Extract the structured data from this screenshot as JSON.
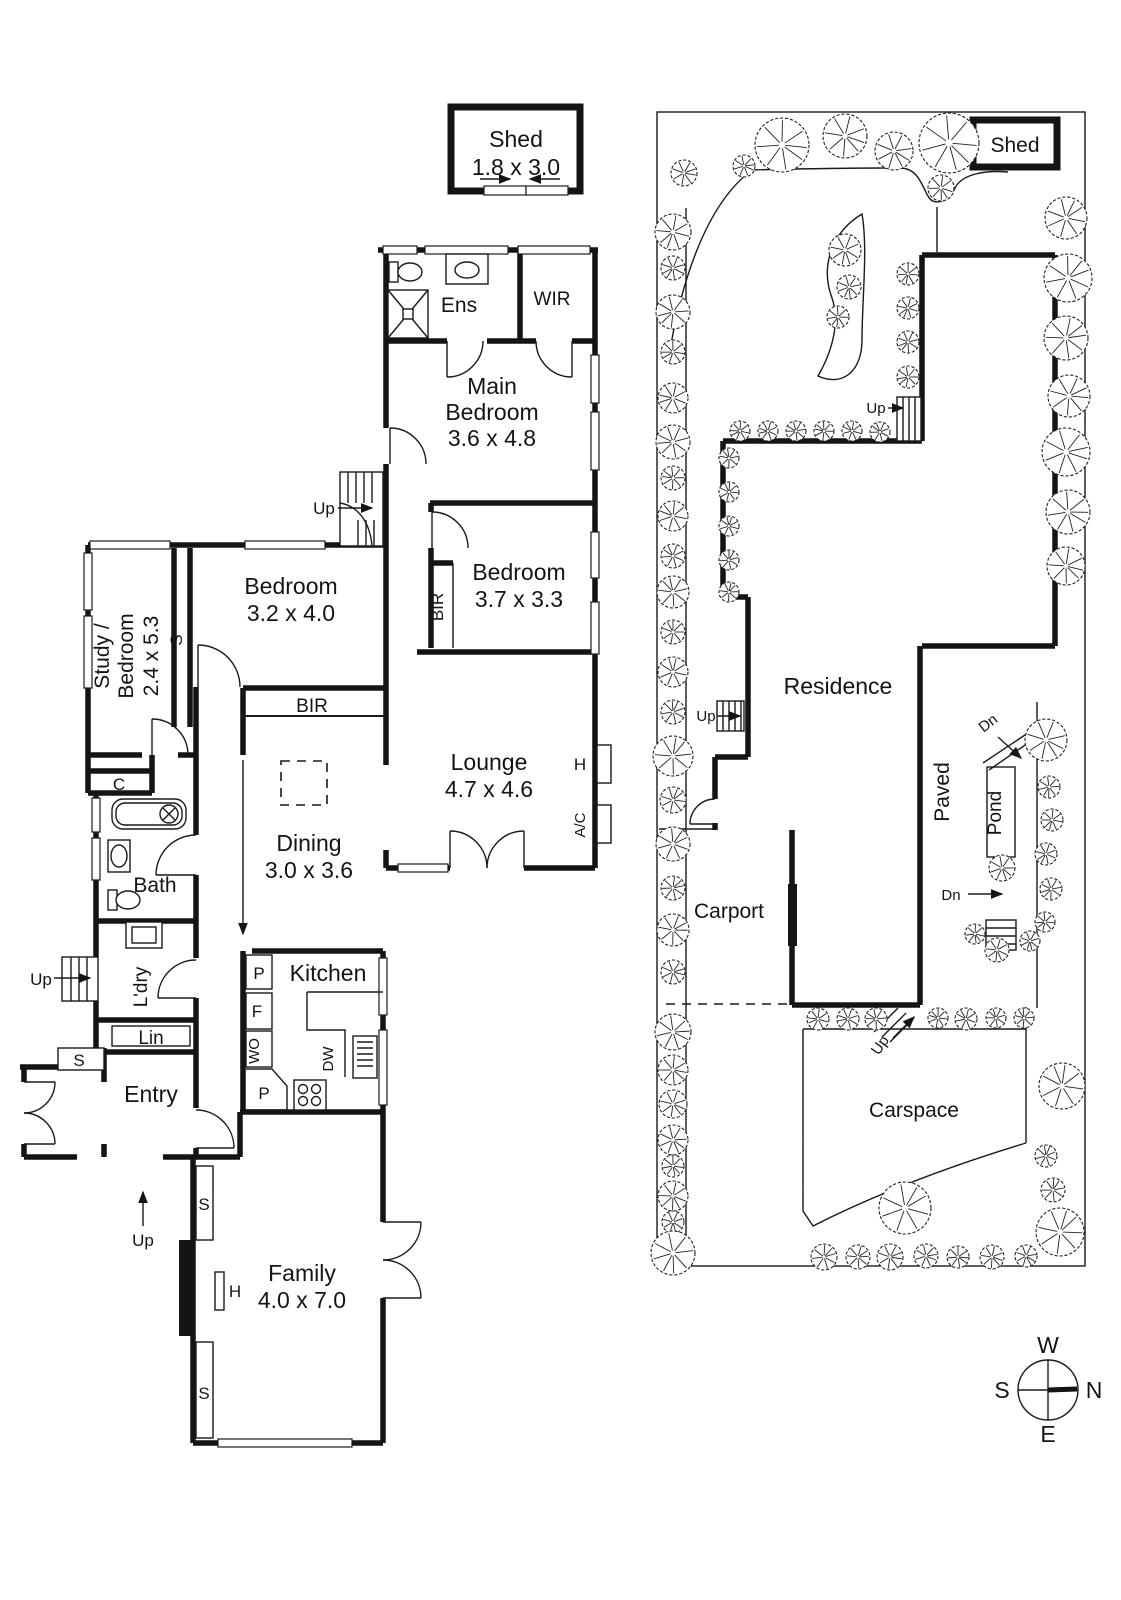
{
  "floorplan": {
    "shed": {
      "title": "Shed",
      "dims": "1.8 x 3.0"
    },
    "ens": "Ens",
    "wir": "WIR",
    "main_bedroom": {
      "l1": "Main",
      "l2": "Bedroom",
      "dims": "3.6 x 4.8"
    },
    "stairs_hall_up": "Up",
    "bedroom_37": {
      "title": "Bedroom",
      "dims": "3.7 x 3.3"
    },
    "bir_bedroom": "BIR",
    "bedroom_32": {
      "title": "Bedroom",
      "dims": "3.2 x 4.0"
    },
    "closet_study": "S",
    "study": {
      "l1": "Study /",
      "l2": "Bedroom",
      "dims": "2.4 x 5.3"
    },
    "bir_hall": "BIR",
    "lounge": {
      "title": "Lounge",
      "dims": "4.7 x 4.6"
    },
    "heater_lounge": "H",
    "ac": "A/C",
    "closet_c": "C",
    "bath": "Bath",
    "dining": {
      "title": "Dining",
      "dims": "3.0 x 3.6"
    },
    "stairs_side_up": "Up",
    "laundry": "L'dry",
    "linen": "Lin",
    "closet_entry": "S",
    "entry": "Entry",
    "kitchen": "Kitchen",
    "pantry_top": "P",
    "fridge": "F",
    "wall_oven": "WO",
    "pantry_bottom": "P",
    "dishwasher": "DW",
    "entry_steps_up": "Up",
    "closet_family_top": "S",
    "family": {
      "title": "Family",
      "dims": "4.0 x 7.0"
    },
    "heater_family": "H",
    "closet_family_bottom": "S"
  },
  "siteplan": {
    "shed": "Shed",
    "residence": "Residence",
    "rear_steps_up": "Up",
    "internal_stairs_up": "Up",
    "paved": "Paved",
    "pond": "Pond",
    "dn_upper": "Dn",
    "dn_lower": "Dn",
    "carport": "Carport",
    "carspace": "Carspace",
    "drive_steps_up": "Up",
    "compass": {
      "w": "W",
      "s": "S",
      "n": "N",
      "e": "E"
    }
  }
}
